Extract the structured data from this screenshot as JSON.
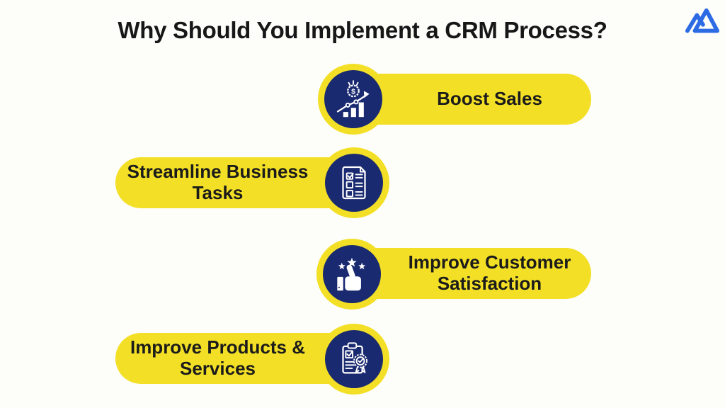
{
  "header": {
    "title": "Why Should You Implement a CRM Process?",
    "logo": {
      "name": "mountain-logo",
      "color": "#2D6BE4"
    }
  },
  "colors": {
    "background": "#FDFDFA",
    "pill_yellow": "#F3E026",
    "circle_navy": "#1A2A70",
    "icon_white": "#FFFFFF",
    "text_dark": "#1B1B1B"
  },
  "items": [
    {
      "label": "Boost Sales",
      "icon": "sales-growth-icon",
      "icon_side": "left"
    },
    {
      "label": "Streamline Business Tasks",
      "icon": "checklist-icon",
      "icon_side": "right"
    },
    {
      "label": "Improve Customer Satisfaction",
      "icon": "thumbs-up-stars-icon",
      "icon_side": "left"
    },
    {
      "label": "Improve Products & Services",
      "icon": "certificate-award-icon",
      "icon_side": "right"
    }
  ]
}
